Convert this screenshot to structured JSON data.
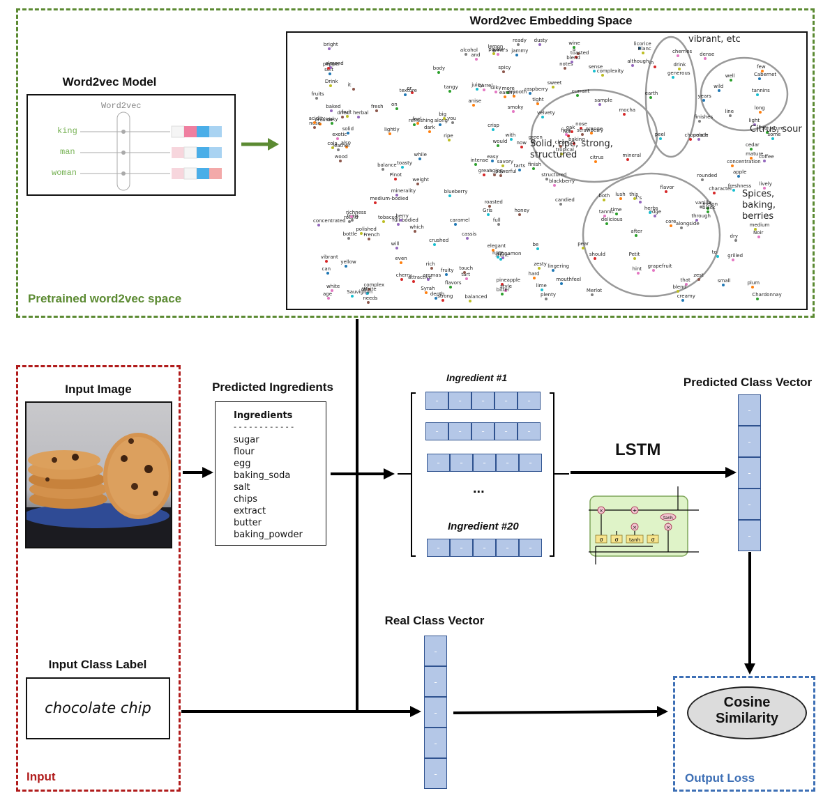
{
  "top_section": {
    "label": "Pretrained word2vec space",
    "embedding_title": "Word2vec Embedding Space",
    "model_title": "Word2vec Model",
    "model_box_title": "Word2vec",
    "model_words": [
      "king",
      "man",
      "woman"
    ],
    "clusters": [
      {
        "label": "vibrant, etc"
      },
      {
        "label": "Citrus, sour"
      },
      {
        "label": "Solid, ripe, strong, structured"
      },
      {
        "label": "Spices, baking, berries"
      }
    ],
    "scatter_words": [
      "small",
      "also",
      "well",
      "great",
      "sample",
      "complex",
      "silky",
      "velvety",
      "polished",
      "you",
      "can",
      "even",
      "more",
      "not",
      "it's",
      "it",
      "wine's",
      "some",
      "both",
      "line",
      "easy",
      "elegant",
      "would",
      "or",
      "although",
      "which",
      "that",
      "to",
      "this",
      "plenty",
      "along",
      "lightly",
      "delicious",
      "attractive",
      "light",
      "clean",
      "white",
      "stone",
      "tropical",
      "bottle",
      "years",
      "few",
      "time",
      "should",
      "will",
      "needs",
      "age",
      "be",
      "drink",
      "ready",
      "while",
      "provide",
      "on",
      "in",
      "an",
      "a",
      "and",
      "with",
      "medium",
      "full",
      "fruity",
      "lush",
      "refreshing",
      "vibrant",
      "bright",
      "fresh",
      "lively",
      "crisp",
      "zesty",
      "green",
      "yellow",
      "citrus",
      "melon",
      "pineapple",
      "peach",
      "honey",
      "grapefruit",
      "lime",
      "pear",
      "lemon",
      "apple",
      "orange",
      "after",
      "now",
      "through",
      "nose",
      "style",
      "sense",
      "complexity",
      "balance",
      "depth",
      "concentration",
      "structure",
      "medium-bodied",
      "full-bodied",
      "rich",
      "firm",
      "generous",
      "ripe",
      "rounded",
      "soft",
      "smooth",
      "intense",
      "strong",
      "concentrated",
      "powerful",
      "dense",
      "juicy",
      "balanced",
      "round",
      "creamy",
      "tight",
      "tangy",
      "mineral",
      "minerality",
      "zest",
      "tart",
      "peel",
      "Drink",
      "feels",
      "mouthfeel",
      "feel",
      "body",
      "character",
      "edge",
      "weight",
      "richness",
      "freshness",
      "big",
      "structured",
      "solid",
      "core",
      "finish",
      "oak",
      "almond",
      "touch",
      "hint",
      "note",
      "palate",
      "finishes",
      "texture",
      "acidity",
      "flavors",
      "flavor",
      "dusty",
      "spicy",
      "smoky",
      "toasty",
      "sweet",
      "candied",
      "jammy",
      "mature",
      "bitter",
      "toasted",
      "baked",
      "roasted",
      "grilled",
      "White",
      "blend",
      "alongside",
      "lingering",
      "long",
      "wine",
      "nose",
      "aromas",
      "notes",
      "tannic",
      "tannins",
      "fruit",
      "fruits",
      "tarts",
      "hard",
      "oaky",
      "pepper",
      "herbal",
      "dried",
      "exotic",
      "crushed",
      "savory",
      "vanilla",
      "caramel",
      "earthy",
      "earth",
      "baking",
      "cinnamon",
      "wood",
      "barrel",
      "herbs",
      "tobacco",
      "leather",
      "licorice",
      "anise",
      "cedar",
      "mocha",
      "coffee",
      "aging",
      "Noir",
      "Gris",
      "Blanc",
      "dry",
      "wild",
      "dark",
      "black",
      "chocolate",
      "cassis",
      "French",
      "blackberry",
      "blueberry",
      "cola",
      "alcohol",
      "raspberry",
      "plum",
      "currant",
      "cherry",
      "berry",
      "strawberry",
      "cherries",
      "Sauvignon",
      "Petit",
      "Merlot",
      "Cabernet",
      "Syrah",
      "Chardonnay",
      "Pinot",
      "blend"
    ]
  },
  "input_section": {
    "label": "Input",
    "image_title": "Input Image",
    "class_label_title": "Input Class Label",
    "class_label_value": "chocolate chip"
  },
  "predicted_ingredients": {
    "title": "Predicted Ingredients",
    "header": "Ingredients",
    "separator": "- - - - - - - - - - - -",
    "items": [
      "sugar",
      "flour",
      "egg",
      "baking_soda",
      "salt",
      "chips",
      "extract",
      "butter",
      "baking_powder"
    ]
  },
  "ingredient_vectors": {
    "first_label": "Ingredient #1",
    "last_label": "Ingredient #20",
    "ellipsis": "...",
    "cell_text": "-"
  },
  "lstm": {
    "label": "LSTM",
    "cell_labels": [
      "σ",
      "σ",
      "tanh",
      "σ",
      "tanh",
      "×",
      "+",
      "×",
      "×"
    ]
  },
  "predicted_class_vector": {
    "title": "Predicted Class Vector",
    "cell_text": "-"
  },
  "real_class_vector": {
    "title": "Real Class Vector",
    "cell_text": "-"
  },
  "output_section": {
    "label": "Output Loss",
    "node_line1": "Cosine",
    "node_line2": "Similarity"
  },
  "colors": {
    "green": "#5b8a32",
    "red": "#b01b1b",
    "blue": "#3d6fb5",
    "vector_fill": "#b4c7e7",
    "lstm_fill": "#dff3c8"
  }
}
